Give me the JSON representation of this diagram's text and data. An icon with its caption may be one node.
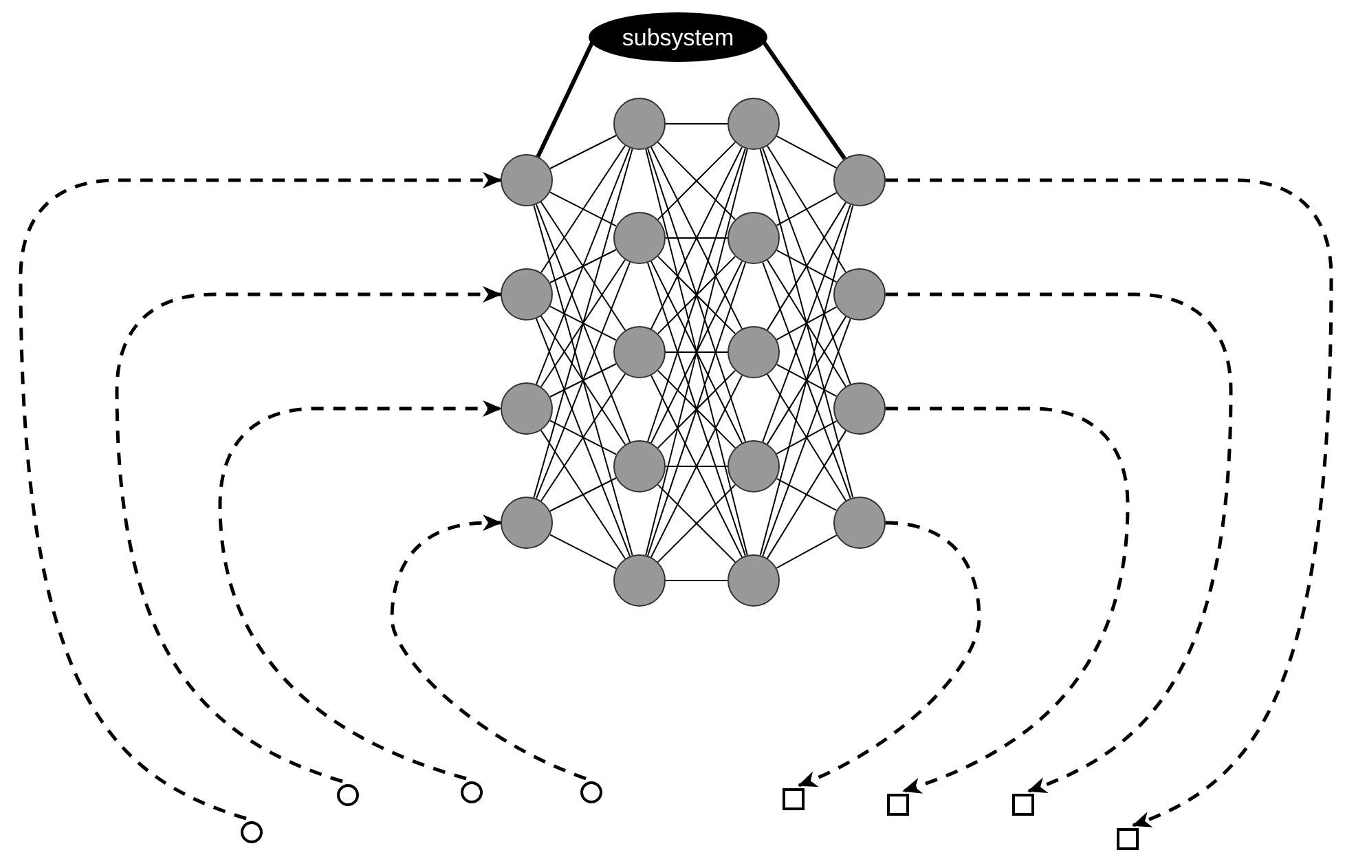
{
  "diagram": {
    "nodes": [
      {
        "text": [
          "subsystem"
        ]
      },
      {
        "text": [],
        "shape": "circle"
      },
      {
        "text": [],
        "shape": "circle"
      },
      {
        "text": [],
        "shape": "circle"
      },
      {
        "text": [],
        "shape": "circle"
      },
      {
        "text": [],
        "shape": "circle"
      },
      {
        "text": [],
        "shape": "circle"
      },
      {
        "text": [],
        "shape": "circle"
      },
      {
        "text": [],
        "shape": "circle"
      },
      {
        "text": [],
        "shape": "circle"
      },
      {
        "text": [],
        "shape": "circle"
      },
      {
        "text": [],
        "shape": "circle"
      },
      {
        "text": [],
        "shape": "circle"
      },
      {
        "text": [],
        "shape": "circle"
      },
      {
        "text": [],
        "shape": "circle"
      },
      {
        "text": [],
        "shape": "circle"
      },
      {
        "text": [],
        "shape": "circle"
      },
      {
        "text": [],
        "shape": "circle"
      },
      {
        "text": [],
        "shape": "circle"
      },
      {
        "text": [],
        "shape": "circle"
      },
      {
        "text": [],
        "shape": "circle"
      },
      {
        "text": [],
        "shape": "circle"
      },
      {
        "text": [],
        "shape": "circle"
      },
      {
        "text": [],
        "shape": "box"
      },
      {
        "text": [],
        "shape": "box"
      },
      {
        "text": [],
        "shape": "box"
      },
      {
        "text": [],
        "shape": "box"
      }
    ],
    "edges": [
      {
        "from": 0,
        "to": 1,
        "arrow": "none",
        "style": "thick"
      },
      {
        "from": 0,
        "to": 15,
        "arrow": "none",
        "style": "thick"
      },
      {
        "from": 1,
        "to": 5,
        "arrow": "none"
      },
      {
        "from": 1,
        "to": 6,
        "arrow": "none"
      },
      {
        "from": 1,
        "to": 7,
        "arrow": "none"
      },
      {
        "from": 1,
        "to": 8,
        "arrow": "none"
      },
      {
        "from": 1,
        "to": 9,
        "arrow": "none"
      },
      {
        "from": 2,
        "to": 5,
        "arrow": "none"
      },
      {
        "from": 2,
        "to": 6,
        "arrow": "none"
      },
      {
        "from": 2,
        "to": 7,
        "arrow": "none"
      },
      {
        "from": 2,
        "to": 8,
        "arrow": "none"
      },
      {
        "from": 2,
        "to": 9,
        "arrow": "none"
      },
      {
        "from": 3,
        "to": 5,
        "arrow": "none"
      },
      {
        "from": 3,
        "to": 6,
        "arrow": "none"
      },
      {
        "from": 3,
        "to": 7,
        "arrow": "none"
      },
      {
        "from": 3,
        "to": 8,
        "arrow": "none"
      },
      {
        "from": 3,
        "to": 9,
        "arrow": "none"
      },
      {
        "from": 4,
        "to": 5,
        "arrow": "none"
      },
      {
        "from": 4,
        "to": 6,
        "arrow": "none"
      },
      {
        "from": 4,
        "to": 7,
        "arrow": "none"
      },
      {
        "from": 4,
        "to": 8,
        "arrow": "none"
      },
      {
        "from": 4,
        "to": 9,
        "arrow": "none"
      },
      {
        "from": 5,
        "to": 10,
        "arrow": "none"
      },
      {
        "from": 5,
        "to": 11,
        "arrow": "none"
      },
      {
        "from": 5,
        "to": 12,
        "arrow": "none"
      },
      {
        "from": 5,
        "to": 13,
        "arrow": "none"
      },
      {
        "from": 5,
        "to": 14,
        "arrow": "none"
      },
      {
        "from": 6,
        "to": 10,
        "arrow": "none"
      },
      {
        "from": 6,
        "to": 11,
        "arrow": "none"
      },
      {
        "from": 6,
        "to": 12,
        "arrow": "none"
      },
      {
        "from": 6,
        "to": 13,
        "arrow": "none"
      },
      {
        "from": 6,
        "to": 14,
        "arrow": "none"
      },
      {
        "from": 7,
        "to": 10,
        "arrow": "none"
      },
      {
        "from": 7,
        "to": 11,
        "arrow": "none"
      },
      {
        "from": 7,
        "to": 12,
        "arrow": "none"
      },
      {
        "from": 7,
        "to": 13,
        "arrow": "none"
      },
      {
        "from": 7,
        "to": 14,
        "arrow": "none"
      },
      {
        "from": 8,
        "to": 10,
        "arrow": "none"
      },
      {
        "from": 8,
        "to": 11,
        "arrow": "none"
      },
      {
        "from": 8,
        "to": 12,
        "arrow": "none"
      },
      {
        "from": 8,
        "to": 13,
        "arrow": "none"
      },
      {
        "from": 8,
        "to": 14,
        "arrow": "none"
      },
      {
        "from": 9,
        "to": 10,
        "arrow": "none"
      },
      {
        "from": 9,
        "to": 11,
        "arrow": "none"
      },
      {
        "from": 9,
        "to": 12,
        "arrow": "none"
      },
      {
        "from": 9,
        "to": 13,
        "arrow": "none"
      },
      {
        "from": 9,
        "to": 14,
        "arrow": "none"
      },
      {
        "from": 10,
        "to": 15,
        "arrow": "none"
      },
      {
        "from": 10,
        "to": 16,
        "arrow": "none"
      },
      {
        "from": 10,
        "to": 17,
        "arrow": "none"
      },
      {
        "from": 10,
        "to": 18,
        "arrow": "none"
      },
      {
        "from": 11,
        "to": 15,
        "arrow": "none"
      },
      {
        "from": 11,
        "to": 16,
        "arrow": "none"
      },
      {
        "from": 11,
        "to": 17,
        "arrow": "none"
      },
      {
        "from": 11,
        "to": 18,
        "arrow": "none"
      },
      {
        "from": 12,
        "to": 15,
        "arrow": "none"
      },
      {
        "from": 12,
        "to": 16,
        "arrow": "none"
      },
      {
        "from": 12,
        "to": 17,
        "arrow": "none"
      },
      {
        "from": 12,
        "to": 18,
        "arrow": "none"
      },
      {
        "from": 13,
        "to": 15,
        "arrow": "none"
      },
      {
        "from": 13,
        "to": 16,
        "arrow": "none"
      },
      {
        "from": 13,
        "to": 17,
        "arrow": "none"
      },
      {
        "from": 13,
        "to": 18,
        "arrow": "none"
      },
      {
        "from": 14,
        "to": 15,
        "arrow": "none"
      },
      {
        "from": 14,
        "to": 16,
        "arrow": "none"
      },
      {
        "from": 14,
        "to": 17,
        "arrow": "none"
      },
      {
        "from": 14,
        "to": 18,
        "arrow": "none"
      },
      {
        "from": 19,
        "to": 1,
        "arrow": "to",
        "style": "dashed"
      },
      {
        "from": 20,
        "to": 2,
        "arrow": "to",
        "style": "dashed"
      },
      {
        "from": 21,
        "to": 3,
        "arrow": "to",
        "style": "dashed"
      },
      {
        "from": 22,
        "to": 4,
        "arrow": "to",
        "style": "dashed"
      },
      {
        "from": 15,
        "to": 26,
        "arrow": "to",
        "style": "dashed"
      },
      {
        "from": 16,
        "to": 25,
        "arrow": "to",
        "style": "dashed"
      },
      {
        "from": 17,
        "to": 24,
        "arrow": "to",
        "style": "dashed"
      },
      {
        "from": 18,
        "to": 23,
        "arrow": "to",
        "style": "dashed"
      }
    ]
  }
}
